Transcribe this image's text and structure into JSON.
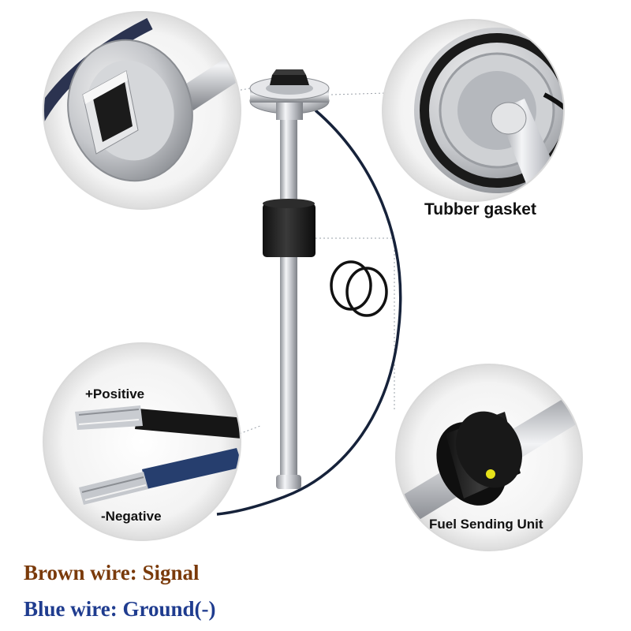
{
  "callouts": {
    "gasket": "Tubber gasket",
    "positive": "+Positive",
    "negative": "-Negative",
    "fuel_unit": "Fuel Sending Unit"
  },
  "legend": {
    "brown": "Brown wire: Signal",
    "blue": "Blue wire: Ground(-)"
  },
  "colors": {
    "brown_text": "#7a3a0a",
    "blue_text": "#1f3c8f",
    "float_indicator": "#e6e21a"
  }
}
